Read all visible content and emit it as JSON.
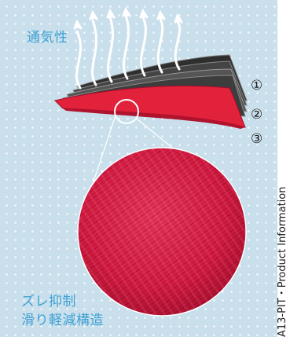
{
  "labels": {
    "breathability": "通気性",
    "slip_line1": "ズレ抑制",
    "slip_line2": "滑り軽減構造"
  },
  "layer_markers": [
    "①",
    "②",
    "③"
  ],
  "side_text": "A13-PIT・Product Information",
  "colors": {
    "panel_background": "#c9e0ec",
    "label_text": "#3f9fd4",
    "fabric_red": "#e2213b",
    "layer_dark": "#3a3a3a"
  },
  "icons": [
    "airflow-arrows-icon",
    "magnifier-lens-icon"
  ]
}
